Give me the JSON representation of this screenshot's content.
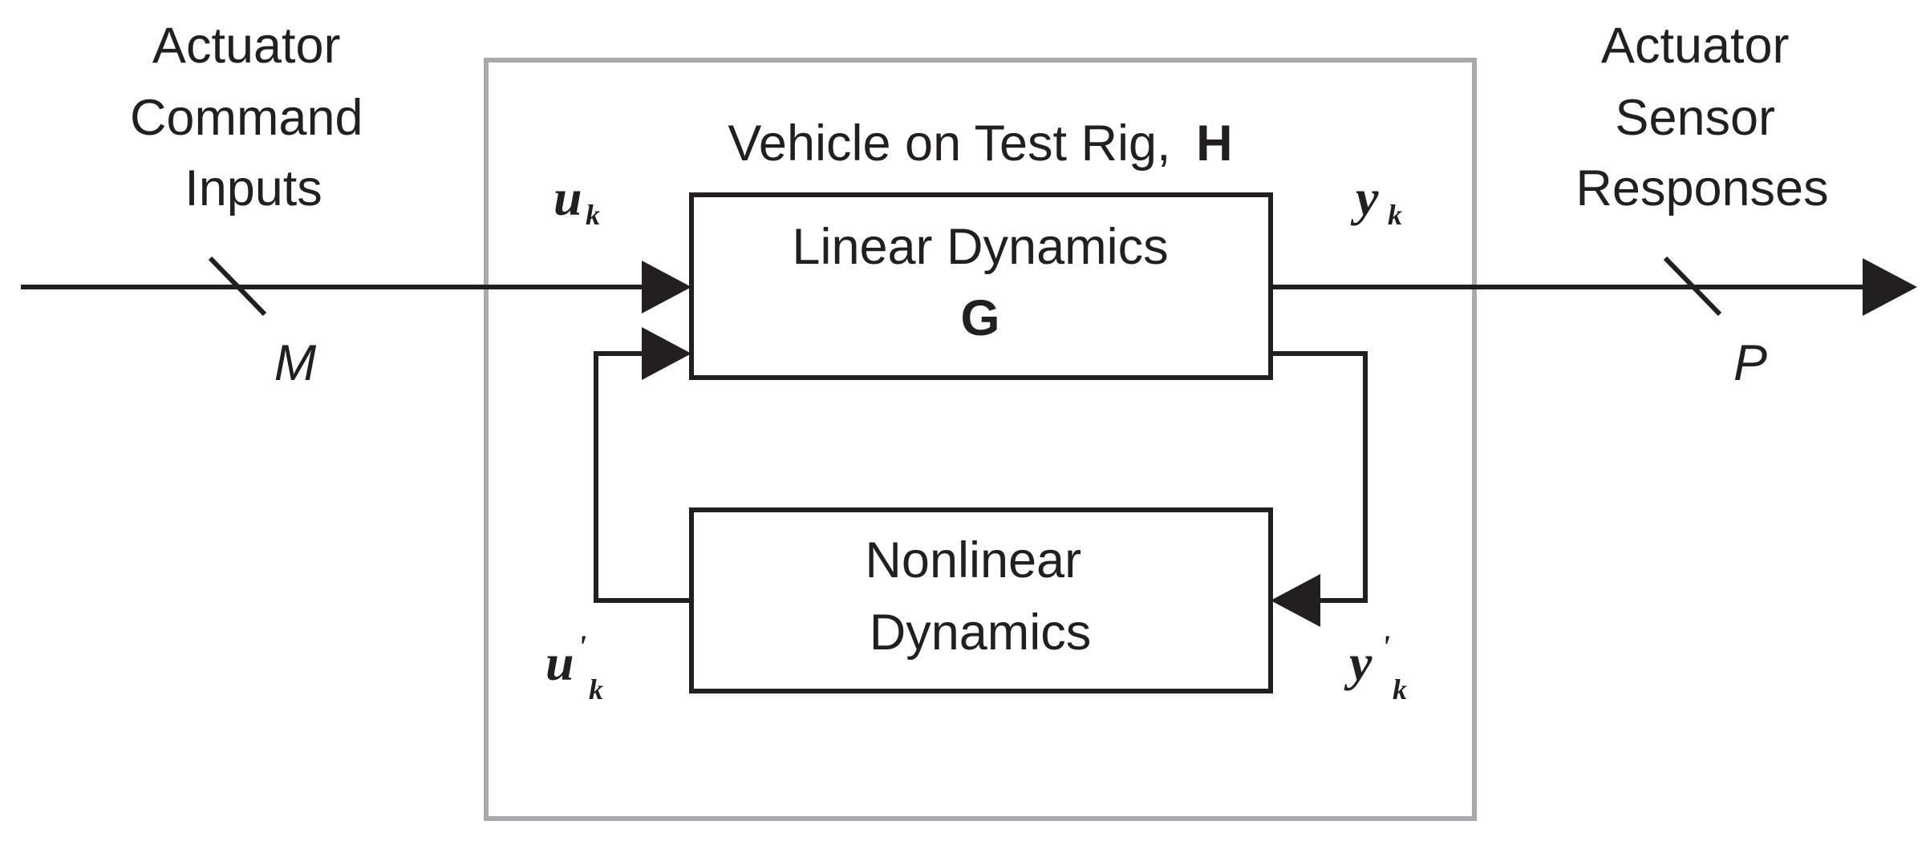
{
  "inputs_label": [
    "Actuator",
    "Command",
    "Inputs"
  ],
  "outputs_label": [
    "Actuator",
    "Sensor",
    "Responses"
  ],
  "input_dimension": "M",
  "output_dimension": "P",
  "system": {
    "title": "Vehicle on Test Rig,",
    "symbol": "H"
  },
  "linear_block": {
    "name": "Linear Dynamics",
    "symbol": "G"
  },
  "nonlinear_block": {
    "lines": [
      "Nonlinear",
      "Dynamics"
    ]
  },
  "signals": {
    "input": {
      "main": "u",
      "sub": "k",
      "prime": ""
    },
    "output": {
      "main": "y",
      "sub": "k",
      "prime": ""
    },
    "feedback_input": {
      "main": "u",
      "sub": "k",
      "prime": "'"
    },
    "feedback_output": {
      "main": "y",
      "sub": "k",
      "prime": "'"
    }
  },
  "colors": {
    "ink": "#231f20",
    "frame": "#a7a9ac"
  }
}
